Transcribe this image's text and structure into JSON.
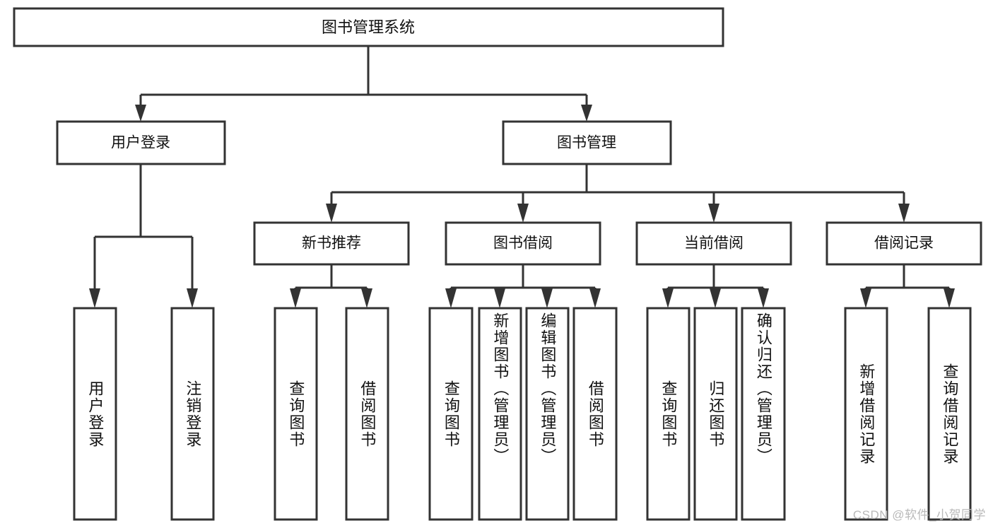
{
  "diagram": {
    "type": "tree",
    "title": "图书管理系统",
    "orientation": "top-down",
    "colors": {
      "box_stroke": "#333333",
      "box_fill": "#ffffff",
      "label_text": "#111111",
      "canvas": "#ffffff",
      "watermark": "#b9b9b9"
    },
    "root": {
      "label": "图书管理系统"
    },
    "level2": [
      {
        "id": "user-login",
        "label": "用户登录"
      },
      {
        "id": "book-manage",
        "label": "图书管理"
      }
    ],
    "level3": [
      {
        "id": "new-book-recommend",
        "label": "新书推荐",
        "parent": "book-manage"
      },
      {
        "id": "book-borrow",
        "label": "图书借阅",
        "parent": "book-manage"
      },
      {
        "id": "current-borrow",
        "label": "当前借阅",
        "parent": "book-manage"
      },
      {
        "id": "borrow-record",
        "label": "借阅记录",
        "parent": "book-manage"
      }
    ],
    "leaves": {
      "user_login": [
        {
          "id": "leaf-user-login",
          "label": "用户登录"
        },
        {
          "id": "leaf-logout-login",
          "label": "注销登录"
        }
      ],
      "new_book_recommend": [
        {
          "id": "leaf-query-book-1",
          "label": "查询图书"
        },
        {
          "id": "leaf-borrow-book-1",
          "label": "借阅图书"
        }
      ],
      "book_borrow": [
        {
          "id": "leaf-query-book-2",
          "label": "查询图书"
        },
        {
          "id": "leaf-add-book",
          "label": "新增图书（管理员）"
        },
        {
          "id": "leaf-edit-book",
          "label": "编辑图书（管理员）"
        },
        {
          "id": "leaf-borrow-book-2",
          "label": "借阅图书"
        }
      ],
      "current_borrow": [
        {
          "id": "leaf-query-book-3",
          "label": "查询图书"
        },
        {
          "id": "leaf-return-book",
          "label": "归还图书"
        },
        {
          "id": "leaf-confirm-return",
          "label": "确认归还（管理员）"
        }
      ],
      "borrow_record": [
        {
          "id": "leaf-add-record",
          "label": "新增借阅记录"
        },
        {
          "id": "leaf-query-record",
          "label": "查询借阅记录"
        }
      ]
    }
  },
  "watermark": {
    "text": "CSDN @软件_小贺同学"
  }
}
